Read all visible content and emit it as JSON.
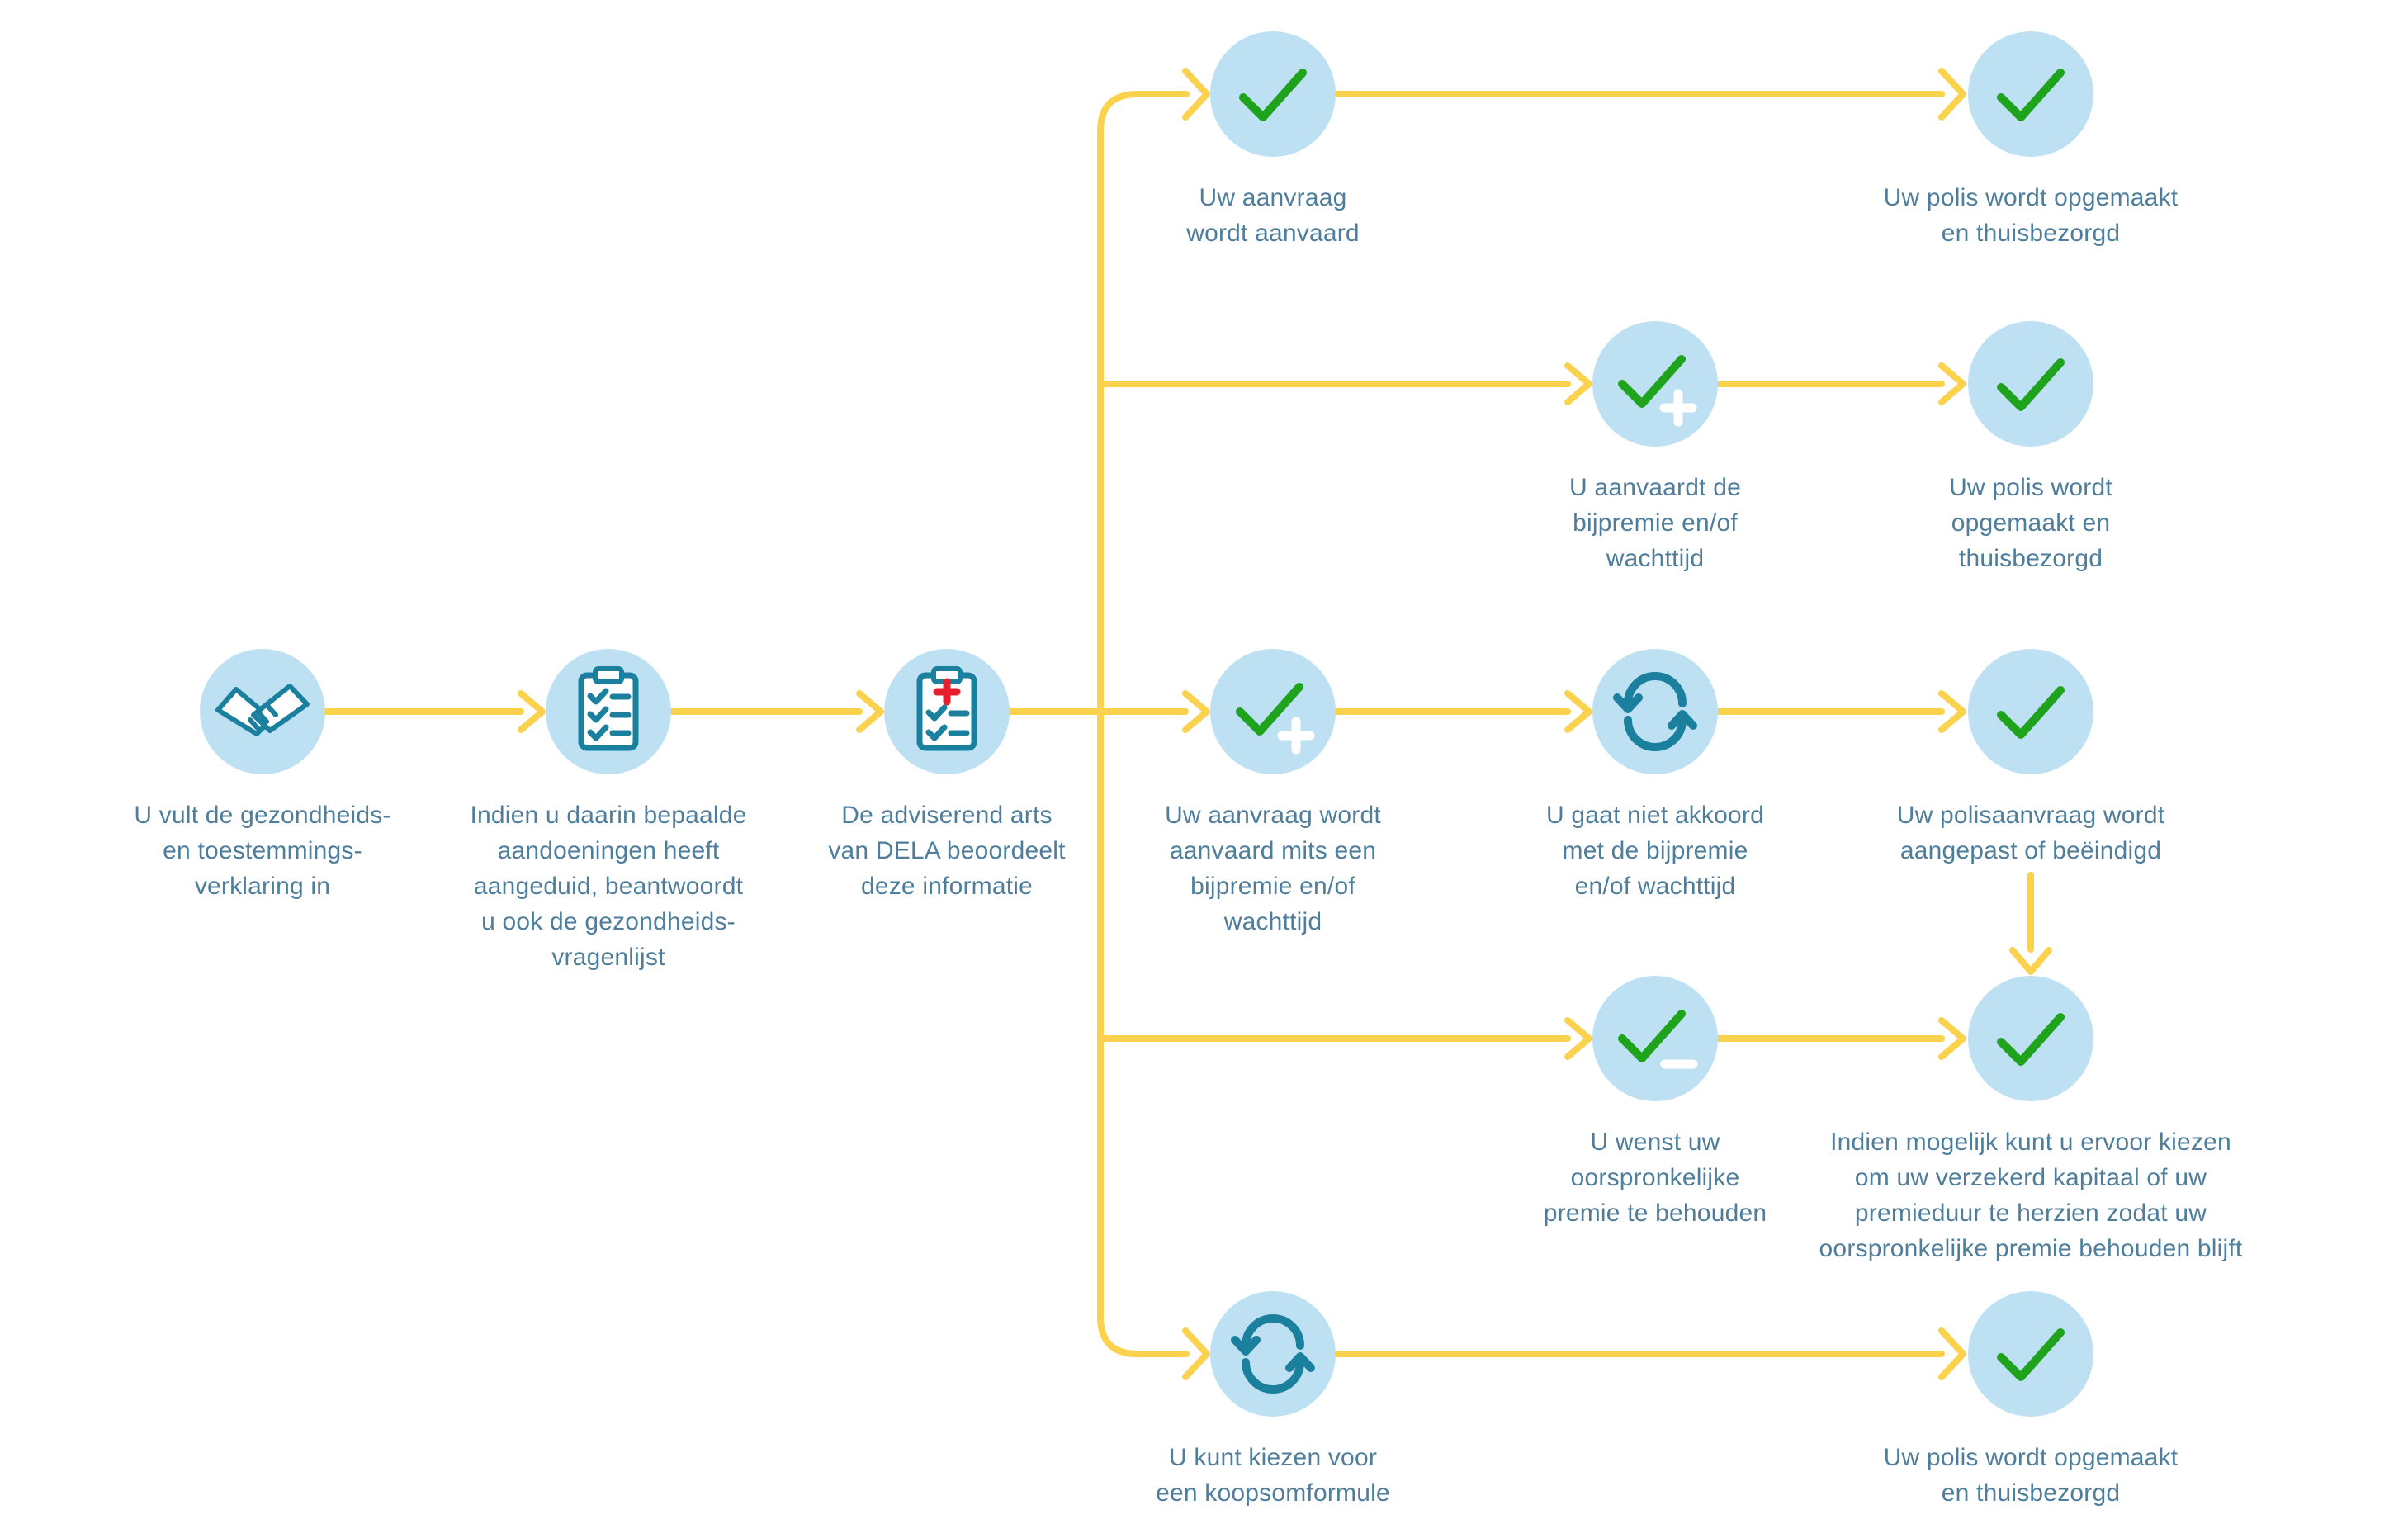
{
  "diagram": {
    "language": "nl",
    "colors": {
      "background": "#FFFFFF",
      "node_fill": "#BEE0F3",
      "arrow_yellow": "#FBD24E",
      "check_green": "#1FA31D",
      "icon_teal": "#1B7F9E",
      "medical_red": "#E5202E",
      "label_text": "#4E7E9B"
    },
    "nodes": {
      "fill_declaration": {
        "icon": "handshake-icon",
        "label": "U vult de gezondheids-\nen toestemmings-\nverklaring in"
      },
      "health_questionnaire": {
        "icon": "checklist-icon",
        "label": "Indien u daarin bepaalde\naandoeningen heeft\naangeduid, beantwoordt\nu ook de gezondheids-\nvragenlijst"
      },
      "doctor_review": {
        "icon": "medical-clipboard-icon",
        "label": "De adviserend arts\nvan DELA beoordeelt\ndeze informatie"
      },
      "application_accepted": {
        "icon": "check-icon",
        "label": "Uw aanvraag\nwordt aanvaard"
      },
      "policy_delivered_top": {
        "icon": "check-icon",
        "label": "Uw polis wordt opgemaakt\nen thuisbezorgd"
      },
      "accept_surcharge": {
        "icon": "check-plus-icon",
        "label": "U aanvaardt de\nbijpremie en/of\nwachttijd"
      },
      "policy_delivered_mid": {
        "icon": "check-icon",
        "label": "Uw polis wordt\nopgemaakt en\nthuisbezorgd"
      },
      "accepted_with_surcharge": {
        "icon": "check-plus-icon",
        "label": "Uw aanvraag wordt\naanvaard mits een\nbijpremie en/of\nwachttijd"
      },
      "disagree_surcharge": {
        "icon": "refresh-icon",
        "label": "U gaat niet akkoord\nmet de bijpremie\nen/of wachttijd"
      },
      "application_adjusted": {
        "icon": "check-icon",
        "label": "Uw polisaanvraag wordt\naangepast of beëindigd"
      },
      "keep_original_premium": {
        "icon": "check-minus-icon",
        "label": "U wenst uw\noorspronkelijke\npremie te behouden"
      },
      "revise_capital": {
        "icon": "check-icon",
        "label": "Indien mogelijk kunt u ervoor kiezen\nom uw verzekerd kapitaal of uw\npremieduur te herzien zodat uw\noorspronkelijke premie behouden blijft"
      },
      "lump_sum": {
        "icon": "refresh-icon",
        "label": "U kunt kiezen voor\neen koopsomformule"
      },
      "policy_delivered_bottom": {
        "icon": "check-icon",
        "label": "Uw polis wordt opgemaakt\nen thuisbezorgd"
      }
    }
  }
}
